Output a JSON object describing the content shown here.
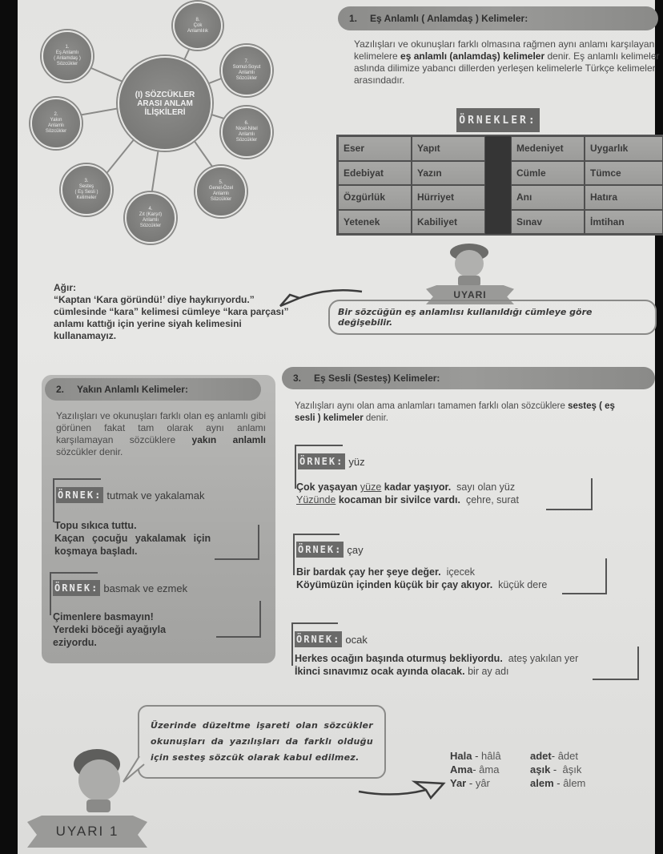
{
  "diagram": {
    "center": "(I) SÖZCÜKLER ARASI ANLAM İLİŞKİLERİ",
    "center_lines": [
      "(I) SÖZCÜKLER",
      "ARASI ANLAM",
      "İLİŞKİLERİ"
    ],
    "nodes": [
      {
        "num": "1.",
        "lines": [
          "Eş Anlamlı",
          "( Anlamdaş )",
          "Sözcükler"
        ]
      },
      {
        "num": "2.",
        "lines": [
          "Yakın",
          "Anlamlı",
          "Sözcükler"
        ]
      },
      {
        "num": "3.",
        "lines": [
          "Sesteş",
          "( Eş Sesli )",
          "Kelimeler"
        ]
      },
      {
        "num": "4.",
        "lines": [
          "Zıt (Karşıt)",
          "Anlamlı",
          "Sözcükler"
        ]
      },
      {
        "num": "5.",
        "lines": [
          "Genel-Özel",
          "Anlamlı",
          "Sözcükler"
        ]
      },
      {
        "num": "6.",
        "lines": [
          "Nicel-Nitel",
          "Anlamlı",
          "Sözcükler"
        ]
      },
      {
        "num": "7.",
        "lines": [
          "Somut-Soyut",
          "Anlamlı",
          "Sözcükler"
        ]
      },
      {
        "num": "8.",
        "lines": [
          "Çok",
          "Anlamlılık"
        ]
      }
    ]
  },
  "section1": {
    "num": "1.",
    "title": "Eş Anlamlı ( Anlamdaş ) Kelimeler:",
    "text_1": "Yazılışları ve okunuşları farklı olmasına rağmen aynı anlamı karşılayan kelimelere ",
    "text_bold": "eş anlamlı (anlamdaş) kelimeler",
    "text_2": " denir. Eş anlamlı kelimeler aslında dilimize yabancı dillerden yerleşen kelimelerle Türkçe kelimeler arasındadır.",
    "examples_label": "ÖRNEKLER:",
    "table": [
      [
        "Eser",
        "Yapıt",
        "Medeniyet",
        "Uygarlık"
      ],
      [
        "Edebiyat",
        "Yazın",
        "Cümle",
        "Tümce"
      ],
      [
        "Özgürlük",
        "Hürriyet",
        "Anı",
        "Hatıra"
      ],
      [
        "Yetenek",
        "Kabiliyet",
        "Sınav",
        "İmtihan"
      ]
    ]
  },
  "warning_top": {
    "ribbon": "UYARI",
    "text": "Bir sözcüğün eş anlamlısı kullanıldığı cümleye göre değişebilir."
  },
  "agir_note": {
    "label": "Ağır:",
    "text": "“Kaptan ‘Kara göründü!’ diye haykırıyordu.” cümlesinde “kara” kelimesi cümleye “kara parçası” anlamı kattığı için yerine siyah kelimesini kullanamayız."
  },
  "section2": {
    "num": "2.",
    "title": "Yakın Anlamlı Kelimeler:",
    "text_1": "Yazılışları ve okunuşları farklı olan eş anlamlı gibi görünen fakat tam olarak aynı anlamı karşılamayan sözcüklere ",
    "text_bold": "yakın anlamlı",
    "text_2": " sözcükler denir.",
    "examples": [
      {
        "tag": "ÖRNEK:",
        "word": "tutmak ve yakalamak",
        "lines": [
          "Topu sıkıca tuttu.",
          "Kaçan çocuğu yakalamak için",
          "koşmaya başladı."
        ]
      },
      {
        "tag": "ÖRNEK:",
        "word": "basmak ve ezmek",
        "lines": [
          "Çimenlere basmayın!",
          "Yerdeki böceği ayağıyla",
          "eziyordu."
        ]
      }
    ]
  },
  "section3": {
    "num": "3.",
    "title": "Eş Sesli (Sesteş) Kelimeler:",
    "text_1": "Yazılışları aynı olan ama anlamları tamamen farklı olan sözcüklere ",
    "text_bold": "sesteş ( eş sesli ) kelimeler",
    "text_2": " denir.",
    "examples": [
      {
        "tag": "ÖRNEK:",
        "word": "yüz",
        "lines": [
          {
            "pre": "Çok yaşayan ",
            "u": "yüze",
            "post": " kadar yaşıyor.",
            "meaning": "sayı olan yüz"
          },
          {
            "pre": "",
            "u": "Yüzünde",
            "post": " kocaman bir sivilce vardı.",
            "meaning": "çehre, surat"
          }
        ]
      },
      {
        "tag": "ÖRNEK:",
        "word": "çay",
        "lines": [
          {
            "pre": "Bir bardak çay her şeye değer.",
            "u": "",
            "post": "",
            "meaning": "içecek"
          },
          {
            "pre": "Köyümüzün içinden küçük bir çay akıyor.",
            "u": "",
            "post": "",
            "meaning": "küçük dere"
          }
        ]
      },
      {
        "tag": "ÖRNEK:",
        "word": "ocak",
        "lines": [
          {
            "pre": "Herkes ocağın başında oturmuş bekliyordu.",
            "u": "",
            "post": "",
            "meaning": "ateş yakılan yer"
          },
          {
            "pre": "İkinci sınavımız ocak ayında olacak.",
            "u": "",
            "post": "",
            "meaning": "bir ay adı"
          }
        ]
      }
    ]
  },
  "warning_bottom": {
    "ribbon": "UYARI 1",
    "text": "Üzerinde düzeltme işareti olan sözcükler okunuşları da yazılışları da farklı olduğu için sesteş sözcük olarak kabul edilmez.",
    "pairs": [
      [
        "Hala",
        "hâlâ"
      ],
      [
        "adet",
        "âdet"
      ],
      [
        "Ama",
        "âma"
      ],
      [
        "aşık",
        "âşık"
      ],
      [
        "Yar",
        "yâr"
      ],
      [
        "alem",
        "âlem"
      ]
    ]
  }
}
